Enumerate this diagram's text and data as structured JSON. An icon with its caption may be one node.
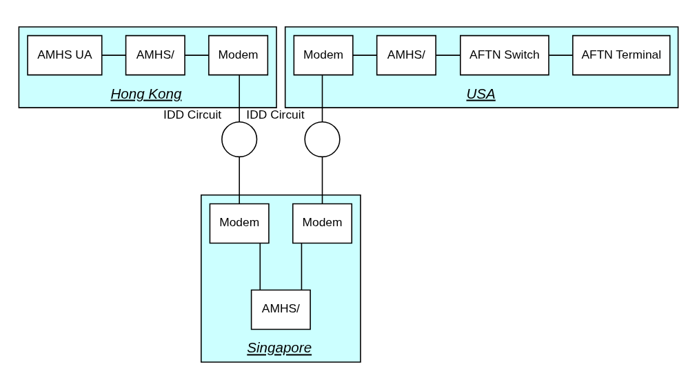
{
  "diagram": {
    "nodes": [
      {
        "text": [
          "Hong Kong"
        ]
      },
      {
        "text": [
          "AMHS UA"
        ],
        "in": 0
      },
      {
        "text": [
          "AMHS/"
        ],
        "in": 0
      },
      {
        "text": [
          "Modem"
        ],
        "in": 0
      },
      {
        "text": [
          "USA"
        ]
      },
      {
        "text": [
          "Modem"
        ],
        "in": 4
      },
      {
        "text": [
          "AMHS/"
        ],
        "in": 4
      },
      {
        "text": [
          "AFTN Switch"
        ],
        "in": 4
      },
      {
        "text": [
          "AFTN Terminal"
        ],
        "in": 4
      },
      {
        "text": [],
        "shape": "circle",
        "beside": [
          "IDD Circuit"
        ]
      },
      {
        "text": [],
        "shape": "circle",
        "beside": [
          "IDD Circuit"
        ]
      },
      {
        "text": [
          "Singapore"
        ]
      },
      {
        "text": [
          "Modem"
        ],
        "in": 11
      },
      {
        "text": [
          "Modem"
        ],
        "in": 11
      },
      {
        "text": [
          "AMHS/"
        ],
        "in": 11
      }
    ],
    "edges": [
      {
        "from": 1,
        "to": 2,
        "arrow": "none"
      },
      {
        "from": 2,
        "to": 3,
        "arrow": "none"
      },
      {
        "from": 3,
        "to": 9,
        "arrow": "none"
      },
      {
        "from": 9,
        "to": 12,
        "arrow": "none"
      },
      {
        "from": 5,
        "to": 6,
        "arrow": "none"
      },
      {
        "from": 6,
        "to": 7,
        "arrow": "none"
      },
      {
        "from": 7,
        "to": 8,
        "arrow": "none"
      },
      {
        "from": 5,
        "to": 10,
        "arrow": "none"
      },
      {
        "from": 10,
        "to": 13,
        "arrow": "none"
      },
      {
        "from": 12,
        "to": 14,
        "arrow": "none"
      },
      {
        "from": 13,
        "to": 14,
        "arrow": "none"
      }
    ]
  }
}
